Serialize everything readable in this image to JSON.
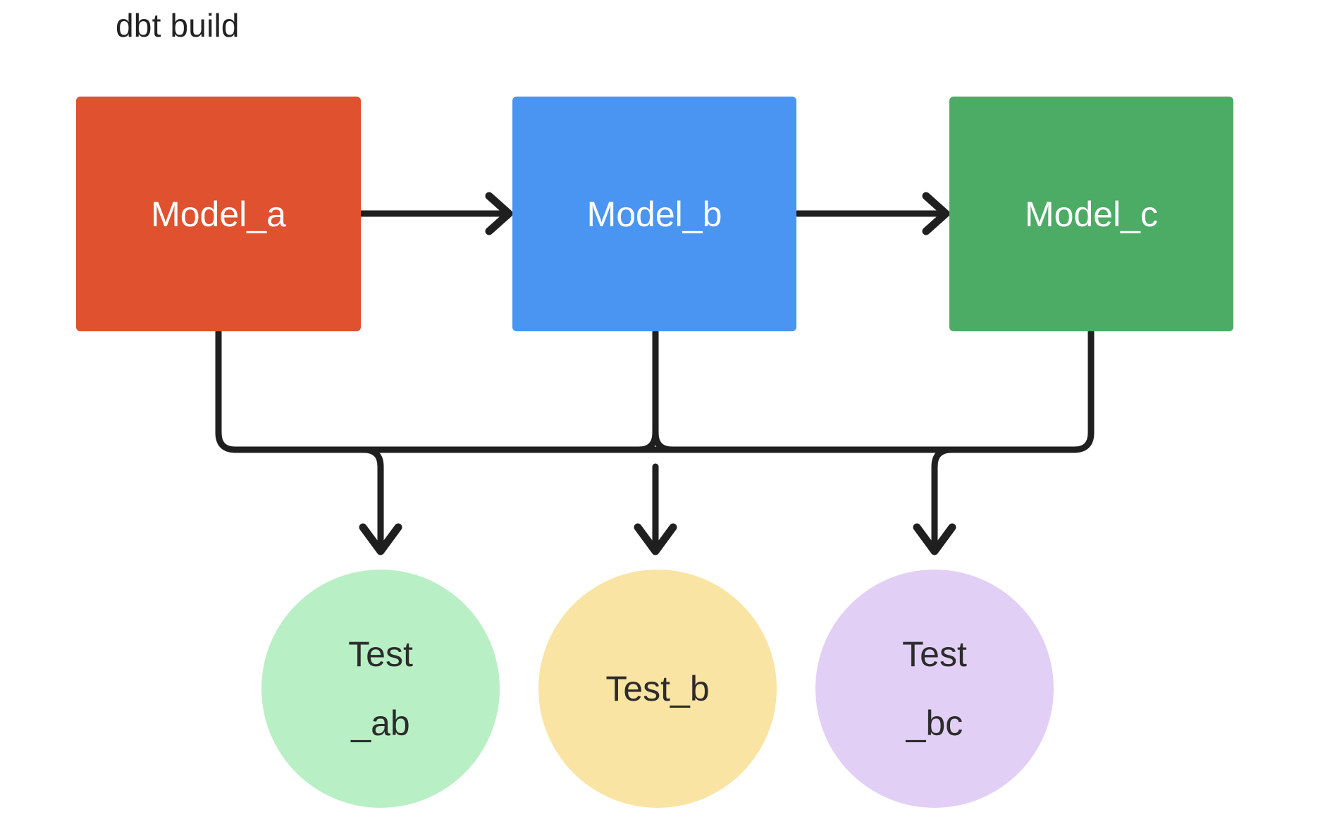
{
  "diagram": {
    "title": "dbt build",
    "background": "#ffffff",
    "edge_color": "#1f1f1f",
    "edge_width": 9,
    "models": [
      {
        "id": "model-a",
        "label": "Model_a",
        "color": "#e0512f",
        "text_color": "#ffffff",
        "shape": "rectangle"
      },
      {
        "id": "model-b",
        "label": "Model_b",
        "color": "#4a95f2",
        "text_color": "#ffffff",
        "shape": "rectangle"
      },
      {
        "id": "model-c",
        "label": "Model_c",
        "color": "#4cab64",
        "text_color": "#ffffff",
        "shape": "rectangle"
      }
    ],
    "tests": [
      {
        "id": "test-ab",
        "label": "Test\n_ab",
        "color": "#b9efc5",
        "text_color": "#2c2c2c",
        "shape": "circle"
      },
      {
        "id": "test-b",
        "label": "Test_b",
        "color": "#fae4a4",
        "text_color": "#2c2c2c",
        "shape": "circle"
      },
      {
        "id": "test-bc",
        "label": "Test\n_bc",
        "color": "#e2cff6",
        "text_color": "#2c2c2c",
        "shape": "circle"
      }
    ],
    "edges": [
      {
        "from": "Model_a",
        "to": "Model_b",
        "style": "straight-arrow"
      },
      {
        "from": "Model_b",
        "to": "Model_c",
        "style": "straight-arrow"
      },
      {
        "from": "Model_a",
        "to": "Test_ab",
        "style": "orthogonal-arrow"
      },
      {
        "from": "Model_b",
        "to": "Test_ab",
        "style": "orthogonal-arrow"
      },
      {
        "from": "Model_b",
        "to": "Test_b",
        "style": "orthogonal-arrow"
      },
      {
        "from": "Model_b",
        "to": "Test_bc",
        "style": "orthogonal-arrow"
      },
      {
        "from": "Model_c",
        "to": "Test_bc",
        "style": "orthogonal-arrow"
      }
    ]
  }
}
